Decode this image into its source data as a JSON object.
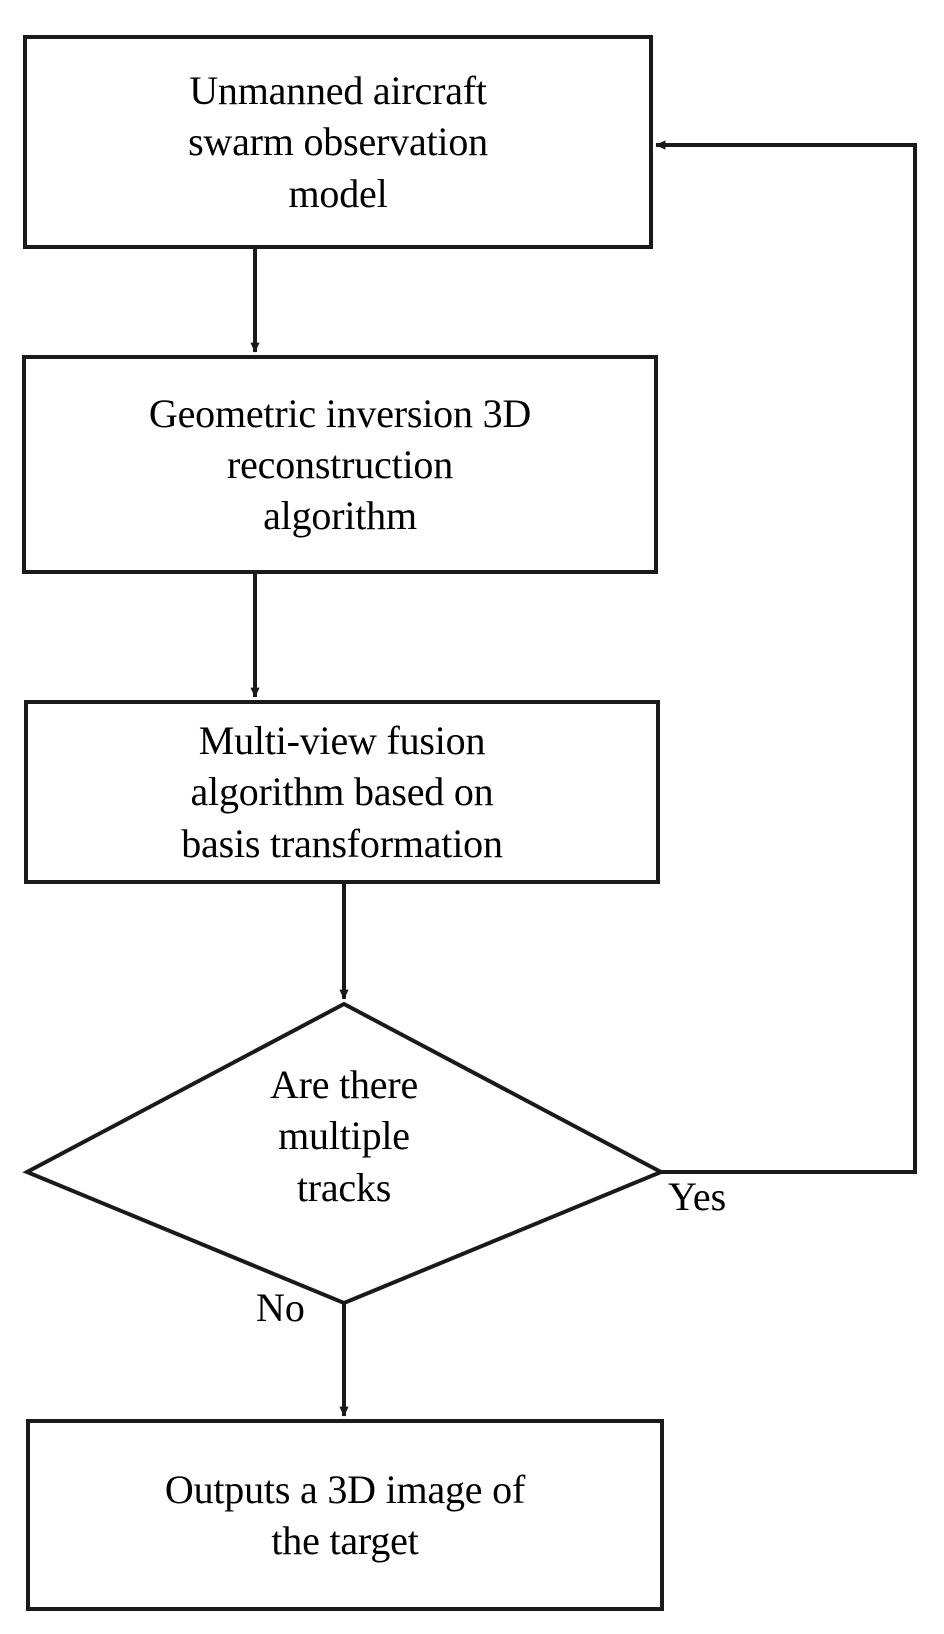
{
  "diagram": {
    "type": "flowchart",
    "orientation": "top-to-bottom",
    "background_color": "#ffffff",
    "stroke_color": "#1a1a1a",
    "text_color": "#000000",
    "nodes": [
      {
        "id": "observation-model",
        "shape": "rectangle",
        "label": "Unmanned aircraft\nswarm observation\nmodel"
      },
      {
        "id": "reconstruction-algorithm",
        "shape": "rectangle",
        "label": "Geometric inversion 3D\nreconstruction\nalgorithm"
      },
      {
        "id": "fusion-algorithm",
        "shape": "rectangle",
        "label": "Multi-view fusion\nalgorithm based on\nbasis transformation"
      },
      {
        "id": "multiple-tracks-decision",
        "shape": "diamond",
        "label": "Are there\nmultiple\ntracks"
      },
      {
        "id": "output-image",
        "shape": "rectangle",
        "label": "Outputs a 3D image of\nthe target"
      }
    ],
    "edges": [
      {
        "id": "e1",
        "from": "observation-model",
        "to": "reconstruction-algorithm",
        "label": ""
      },
      {
        "id": "e2",
        "from": "reconstruction-algorithm",
        "to": "fusion-algorithm",
        "label": ""
      },
      {
        "id": "e3",
        "from": "fusion-algorithm",
        "to": "multiple-tracks-decision",
        "label": ""
      },
      {
        "id": "e4",
        "from": "multiple-tracks-decision",
        "to": "observation-model",
        "label": "Yes"
      },
      {
        "id": "e5",
        "from": "multiple-tracks-decision",
        "to": "output-image",
        "label": "No"
      }
    ]
  }
}
